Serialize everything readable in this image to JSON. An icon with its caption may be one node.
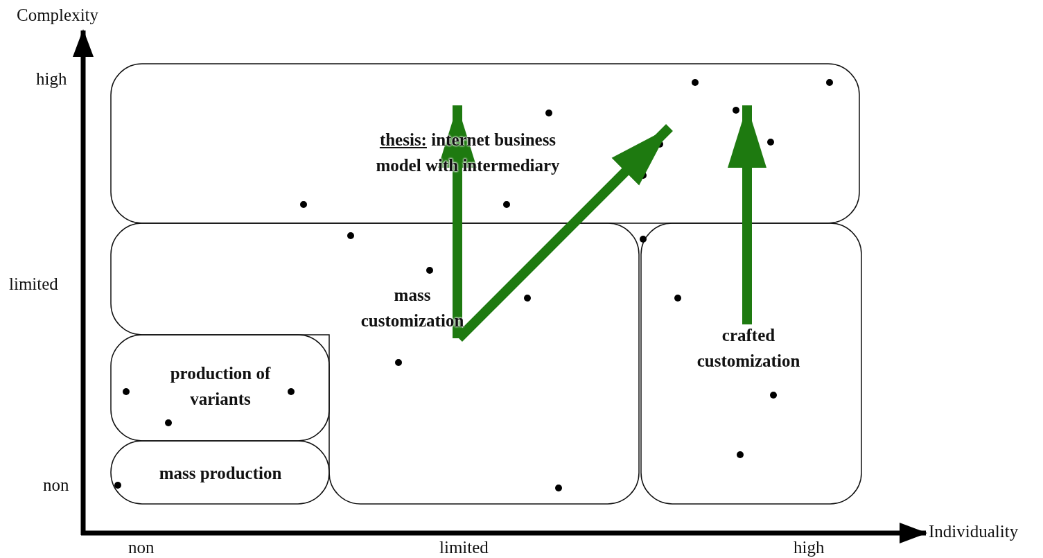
{
  "diagram": {
    "nodes": [
      {
        "text": [
          "thesis:",
          "internet business model with intermediary"
        ]
      },
      {
        "text": [
          "mass customization"
        ]
      },
      {
        "text": [
          "production of variants"
        ]
      },
      {
        "text": [
          "mass production"
        ]
      },
      {
        "text": [
          "crafted customization"
        ]
      }
    ],
    "edges": [
      {
        "from": 1,
        "to": 0,
        "arrow": "to",
        "color": "#1e7a10"
      },
      {
        "from": 1,
        "to": 0,
        "arrow": "to",
        "color": "#1e7a10"
      },
      {
        "from": 4,
        "to": 0,
        "arrow": "to",
        "color": "#1e7a10"
      }
    ],
    "labels": [
      "Complexity",
      "high",
      "limited",
      "non",
      "Individuality",
      "non",
      "limited",
      "high"
    ]
  }
}
